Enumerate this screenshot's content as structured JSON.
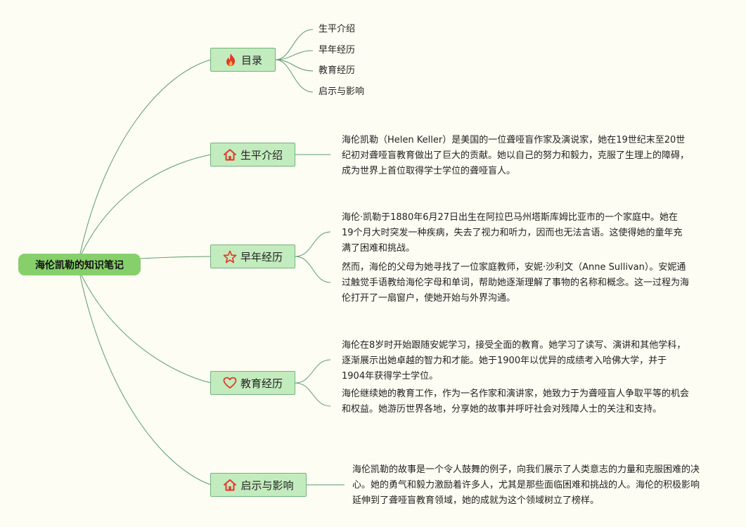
{
  "root": {
    "title": "海伦凯勒的知识笔记"
  },
  "branches": {
    "toc": {
      "label": "目录",
      "icon": "fire-icon",
      "items": [
        "生平介绍",
        "早年经历",
        "教育经历",
        "启示与影响"
      ]
    },
    "biography": {
      "label": "生平介绍",
      "icon": "house-icon",
      "paragraphs": [
        "海伦凯勒（Helen Keller）是美国的一位聋哑盲作家及演说家，她在19世纪末至20世纪初对聋哑盲教育做出了巨大的贡献。她以自己的努力和毅力，克服了生理上的障碍，成为世界上首位取得学士学位的聋哑盲人。"
      ]
    },
    "early": {
      "label": "早年经历",
      "icon": "star-icon",
      "paragraphs": [
        "海伦·凯勒于1880年6月27日出生在阿拉巴马州塔斯库姆比亚市的一个家庭中。她在19个月大时突发一种疾病，失去了视力和听力，因而也无法言语。这使得她的童年充满了困难和挑战。",
        "然而，海伦的父母为她寻找了一位家庭教师，安妮·沙利文（Anne Sullivan）。安妮通过触觉手语教给海伦字母和单词，帮助她逐渐理解了事物的名称和概念。这一过程为海伦打开了一扇窗户，使她开始与外界沟通。"
      ]
    },
    "education": {
      "label": "教育经历",
      "icon": "heart-icon",
      "paragraphs": [
        "海伦在8岁时开始跟随安妮学习，接受全面的教育。她学习了读写、演讲和其他学科，逐渐展示出她卓越的智力和才能。她于1900年以优异的成绩考入哈佛大学，并于1904年获得学士学位。",
        "海伦继续她的教育工作，作为一名作家和演讲家，她致力于为聋哑盲人争取平等的机会和权益。她游历世界各地，分享她的故事并呼吁社会对残障人士的关注和支持。"
      ]
    },
    "impact": {
      "label": "启示与影响",
      "icon": "house-icon",
      "paragraphs": [
        "海伦凯勒的故事是一个令人鼓舞的例子，向我们展示了人类意志的力量和克服困难的决心。她的勇气和毅力激励着许多人，尤其是那些面临困难和挑战的人。海伦的积极影响延伸到了聋哑盲教育领域，她的成就为这个领域树立了榜样。"
      ]
    }
  },
  "colors": {
    "background": "#fefdf3",
    "root_fill": "#86cf6b",
    "branch_fill": "#c3ecbe",
    "branch_border": "#6fb37a",
    "connector": "#5a9a6f",
    "icon_red": "#e0392a"
  }
}
